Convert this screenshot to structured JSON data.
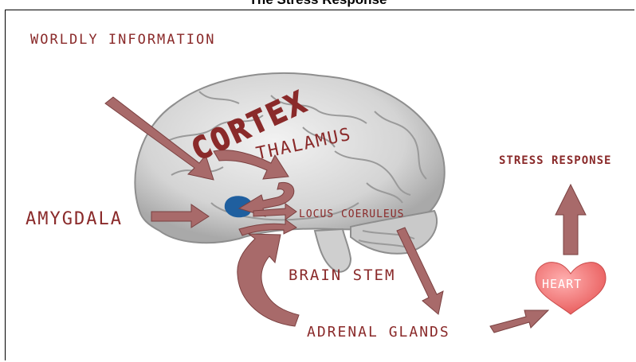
{
  "title": "The Stress Response",
  "labels": {
    "worldly_information": "WORLDLY INFORMATION",
    "cortex": "CORTEX",
    "thalamus": "THALAMUS",
    "stress_response": "STRESS RESPONSE",
    "amygdala": "AMYGDALA",
    "locus_coeruleus": "LOCUS COERULEUS",
    "brain_stem": "BRAIN STEM",
    "heart": "HEART",
    "adrenal_glands": "ADRENAL GLANDS"
  },
  "colors": {
    "label": "#8a2a2a",
    "arrow": "#a86a6a",
    "amygdala": "#1f5f9f",
    "heart": "#f26b6b",
    "brain": "#d9d9d9"
  }
}
